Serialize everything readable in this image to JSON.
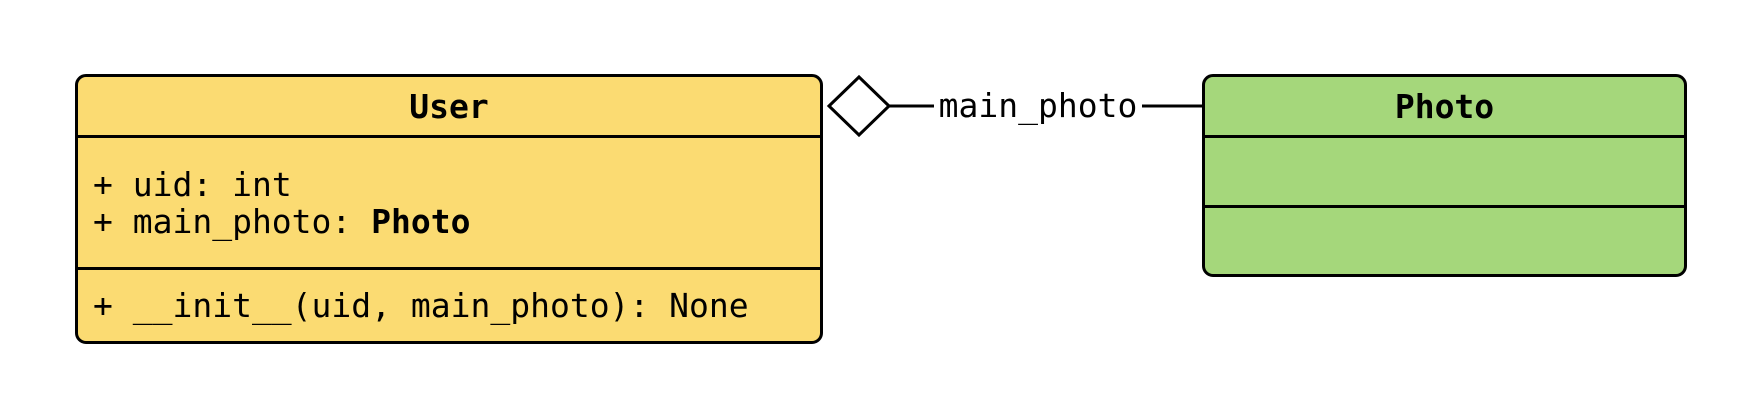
{
  "colors": {
    "background": "#FFFFFF",
    "stroke": "#000000",
    "user_fill": "#FBDB72",
    "photo_fill": "#A5D77B"
  },
  "classes": {
    "user": {
      "name": "User",
      "attributes": [
        {
          "label": "+ uid: ",
          "type": "int"
        },
        {
          "label": "+ main_photo: ",
          "type": "Photo"
        }
      ],
      "methods": [
        "+ __init__(uid, main_photo): None"
      ]
    },
    "photo": {
      "name": "Photo",
      "attributes": [],
      "methods": []
    }
  },
  "edge": {
    "type": "aggregation",
    "label": "main_photo",
    "from": "User",
    "to": "Photo"
  }
}
